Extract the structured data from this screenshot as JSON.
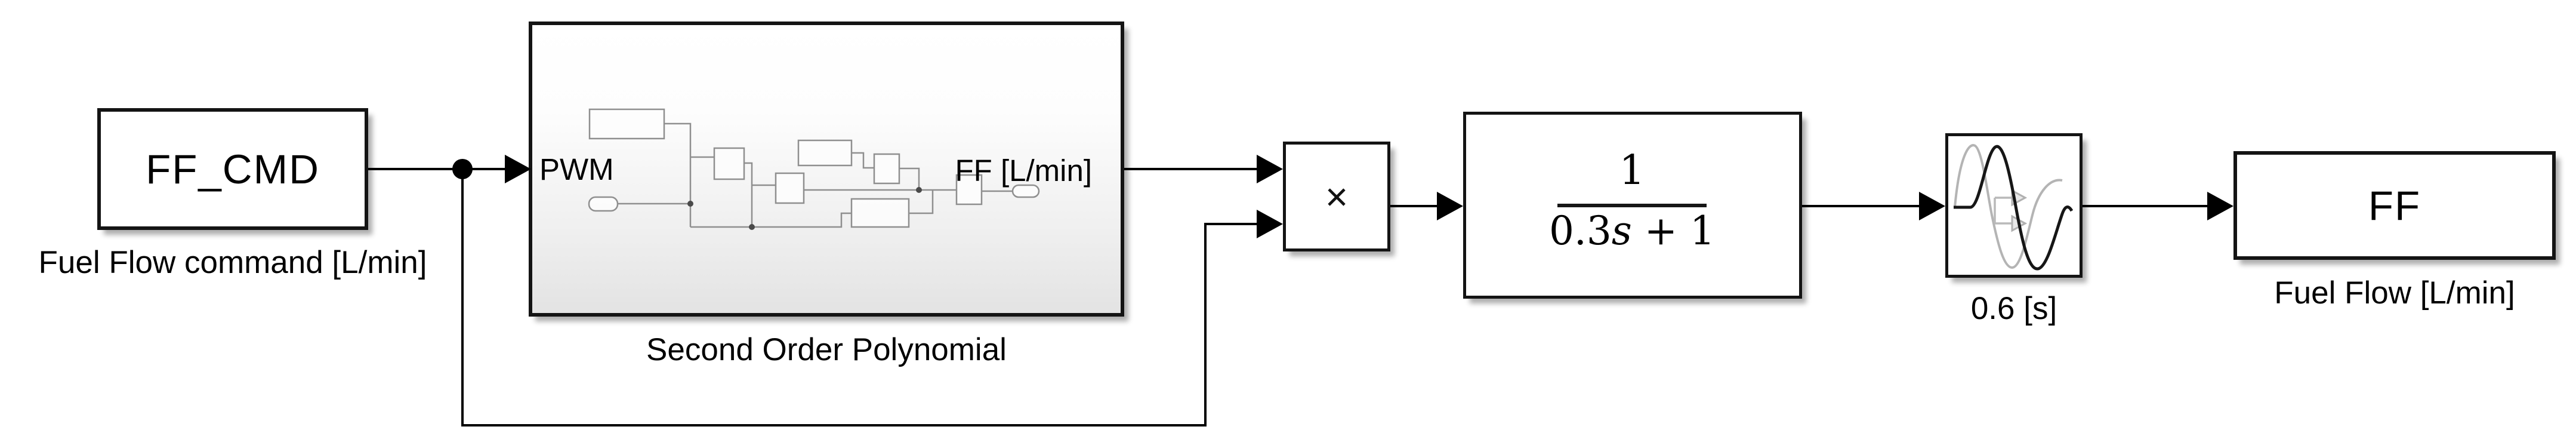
{
  "diagram": {
    "type": "simulink-model",
    "colors": {
      "background": "#ffffff",
      "block_border": "#141414",
      "wire": "#000000",
      "preview_stroke": "#8f8f8f",
      "delay_leading_wave": "#b4b4b4",
      "subsystem_gradient_bottom": "#e3e3e3"
    },
    "blocks": {
      "ff_cmd": {
        "label": "FF_CMD",
        "caption": "Fuel Flow command [L/min]"
      },
      "subsystem": {
        "caption": "Second Order Polynomial",
        "input_port": "PWM",
        "output_port": "FF [L/min]",
        "icon": "internal-diagram-preview"
      },
      "product": {
        "operator": "×"
      },
      "transfer_fcn": {
        "numerator": "1",
        "den_coeff": "0.3",
        "den_var": "s",
        "den_rest": " + 1"
      },
      "transport_delay": {
        "caption": "0.6 [s]",
        "icon": "delayed-sine-wave-icon"
      },
      "ff": {
        "label": "FF",
        "caption": "Fuel Flow [L/min]"
      }
    }
  }
}
